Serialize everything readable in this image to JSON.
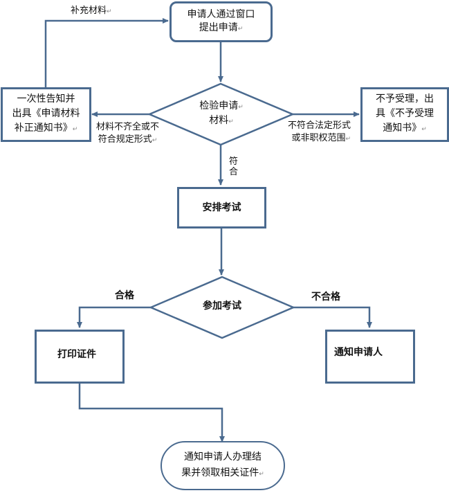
{
  "nodes": {
    "apply": {
      "line1": "申请人通过窗口",
      "line2": "提出申请"
    },
    "check": {
      "line1": "检验申请",
      "line2": "材料"
    },
    "notify_missing": {
      "line1": "一次性告知并",
      "line2": "出具《申请材料",
      "line3": "补正通知书》"
    },
    "reject": {
      "line1": "不予受理，出",
      "line2": "具《不予受理",
      "line3": "通知书》"
    },
    "schedule_exam": {
      "label": "安排考试"
    },
    "take_exam": {
      "label": "参加考试"
    },
    "print_cert": {
      "label": "打印证件"
    },
    "notify_applicant": {
      "label": "通知申请人"
    },
    "final": {
      "line1": "通知申请人办理结",
      "line2": "果并领取相关证件"
    }
  },
  "edge_labels": {
    "supplement": "补充材料",
    "incomplete_line1": "材料不齐全或不",
    "incomplete_line2": "符合规定形式",
    "illegal_line1": "不符合法定形式",
    "illegal_line2": "或非职权范围",
    "qualified_v1": "符",
    "qualified_v2": "合",
    "pass": "合格",
    "fail": "不合格"
  },
  "return_mark": "↵",
  "colors": {
    "stroke": "#4a6a8f"
  }
}
